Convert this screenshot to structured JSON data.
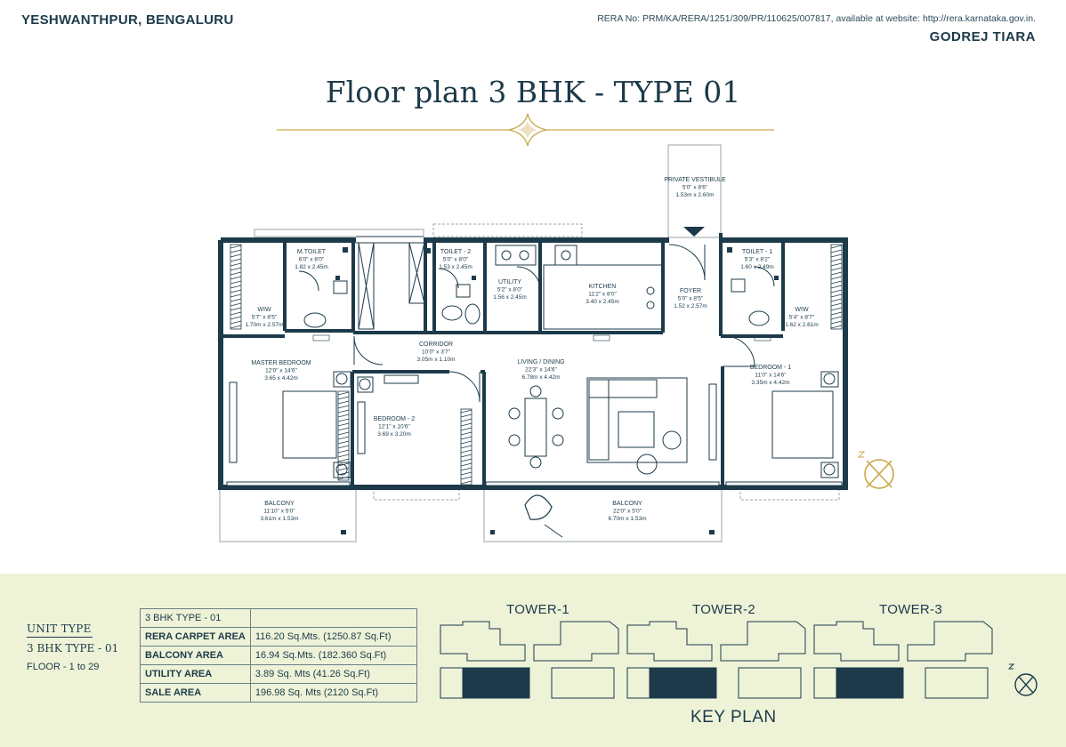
{
  "header": {
    "location": "YESHWANTHPUR, BENGALURU",
    "rera": "RERA No: PRM/KA/RERA/1251/309/PR/110625/007817,  available at website: http://rera.karnataka.gov.in.",
    "project": "GODREJ TIARA"
  },
  "title": "Floor plan 3 BHK - TYPE 01",
  "colors": {
    "navy": "#1c3a4a",
    "gold": "#c9a648",
    "panel": "#eef3d8"
  },
  "rooms": {
    "vestibule": {
      "name": "PRIVATE VESTIBULE",
      "imperial": "5'0\" x 8'6\"",
      "metric": "1.53m x 2.60m"
    },
    "m_toilet": {
      "name": "M.TOILET",
      "imperial": "6'0\" x 8'0\"",
      "metric": "1.82 x 2.45m"
    },
    "toilet_2": {
      "name": "TOILET - 2",
      "imperial": "5'0\" x 8'0\"",
      "metric": "1.53 x 2.45m"
    },
    "utility": {
      "name": "UTILITY",
      "imperial": "5'2\" x 8'0\"",
      "metric": "1.56 x 2.45m"
    },
    "kitchen": {
      "name": "KITCHEN",
      "imperial": "11'2\" x 8'0\"",
      "metric": "3.40 x 2.45m"
    },
    "foyer": {
      "name": "FOYER",
      "imperial": "5'0\" x 8'5\"",
      "metric": "1.52 x 2.57m"
    },
    "toilet_1": {
      "name": "TOILET - 1",
      "imperial": "5'3\" x 8'2\"",
      "metric": "1.60 x 2.49m"
    },
    "wiw_left": {
      "name": "WIW",
      "imperial": "5'7\" x 8'5\"",
      "metric": "1.70m x 2.57m"
    },
    "wiw_right": {
      "name": "WIW",
      "imperial": "5'4\" x 8'7\"",
      "metric": "1.62 x 2.61m"
    },
    "corridor": {
      "name": "CORRIDOR",
      "imperial": "10'0\" x 3'7\"",
      "metric": "3.05m x 1.10m"
    },
    "master_bedroom": {
      "name": "MASTER BEDROOM",
      "imperial": "12'0\" x 14'6\"",
      "metric": "3.65 x 4.42m"
    },
    "living_dining": {
      "name": "LIVING / DINING",
      "imperial": "22'3\" x 14'6\"",
      "metric": "6.78m x 4.42m"
    },
    "bedroom_1": {
      "name": "BEDROOM - 1",
      "imperial": "11'0\" x 14'6\"",
      "metric": "3.35m x 4.42m"
    },
    "bedroom_2": {
      "name": "BEDROOM - 2",
      "imperial": "12'1\" x 10'6\"",
      "metric": "3.69 x 3.20m"
    },
    "balcony_left": {
      "name": "BALCONY",
      "imperial": "11'10\" x 5'0\"",
      "metric": "3.61m x 1.53m"
    },
    "balcony_main": {
      "name": "BALCONY",
      "imperial": "22'0\" x 5'0\"",
      "metric": "6.70m x 1.53m"
    }
  },
  "unit": {
    "type_label": "UNIT TYPE",
    "type_value": "3 BHK TYPE - 01",
    "floors": "FLOOR - 1 to 29"
  },
  "area_table": {
    "header": "3 BHK TYPE - 01",
    "rows": [
      {
        "label": "RERA CARPET AREA",
        "value": "116.20 Sq.Mts. (1250.87 Sq.Ft)"
      },
      {
        "label": "BALCONY AREA",
        "value": "16.94 Sq.Mts. (182.360 Sq.Ft)"
      },
      {
        "label": "UTILITY AREA",
        "value": "3.89 Sq. Mts (41.26  Sq.Ft)"
      },
      {
        "label": "SALE AREA",
        "value": "196.98 Sq. Mts (2120  Sq.Ft)"
      }
    ]
  },
  "keyplan": {
    "towers": [
      "TOWER-1",
      "TOWER-2",
      "TOWER-3"
    ],
    "title": "KEY PLAN"
  }
}
